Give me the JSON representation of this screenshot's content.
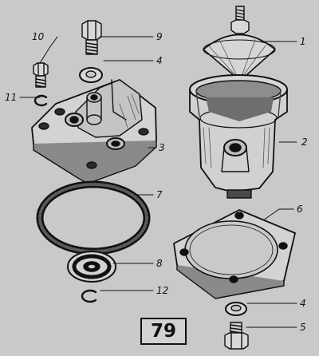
{
  "diagram": {
    "plate_number": "79",
    "callouts": [
      {
        "id": "c1",
        "text": "1"
      },
      {
        "id": "c2",
        "text": "2"
      },
      {
        "id": "c3",
        "text": "3"
      },
      {
        "id": "c4a",
        "text": "4"
      },
      {
        "id": "c4b",
        "text": "4"
      },
      {
        "id": "c5",
        "text": "5"
      },
      {
        "id": "c6",
        "text": "6"
      },
      {
        "id": "c7",
        "text": "7"
      },
      {
        "id": "c8",
        "text": "8"
      },
      {
        "id": "c9",
        "text": "9"
      },
      {
        "id": "c10",
        "text": "10"
      },
      {
        "id": "c11",
        "text": "11"
      },
      {
        "id": "c12",
        "text": "12"
      }
    ]
  },
  "colors": {
    "ink": "#111111",
    "paper": "#c9c9c9",
    "shade": "#8a8a8a",
    "dark": "#2a2a2a"
  }
}
